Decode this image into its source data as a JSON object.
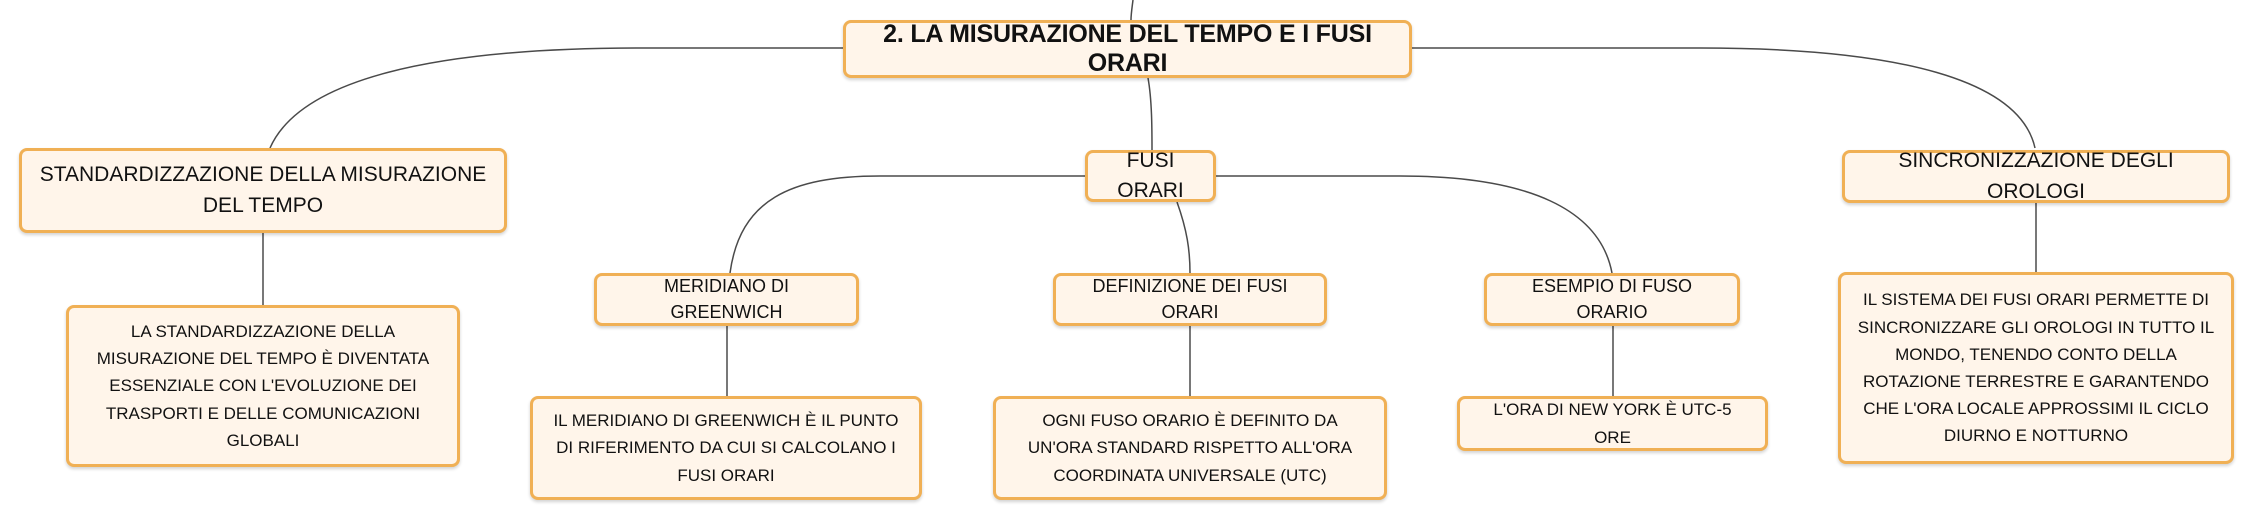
{
  "root": {
    "label": "2. LA MISURAZIONE DEL TEMPO E I FUSI ORARI"
  },
  "branches": [
    {
      "label": "STANDARDIZZAZIONE DELLA MISURAZIONE DEL TEMPO",
      "detail": "LA STANDARDIZZAZIONE DELLA MISURAZIONE DEL TEMPO È DIVENTATA ESSENZIALE CON L'EVOLUZIONE DEI TRASPORTI E DELLE COMUNICAZIONI GLOBALI"
    },
    {
      "label": "FUSI ORARI",
      "children": [
        {
          "label": "MERIDIANO DI GREENWICH",
          "detail": "IL MERIDIANO DI GREENWICH È IL PUNTO DI RIFERIMENTO DA CUI SI CALCOLANO I FUSI ORARI"
        },
        {
          "label": "DEFINIZIONE DEI FUSI ORARI",
          "detail": "OGNI FUSO ORARIO È DEFINITO DA UN'ORA STANDARD RISPETTO ALL'ORA COORDINATA UNIVERSALE (UTC)"
        },
        {
          "label": "ESEMPIO DI FUSO ORARIO",
          "detail": "L'ORA DI NEW YORK È UTC-5 ORE"
        }
      ]
    },
    {
      "label": "SINCRONIZZAZIONE DEGLI OROLOGI",
      "detail": "IL SISTEMA DEI FUSI ORARI PERMETTE DI SINCRONIZZARE GLI OROLOGI IN TUTTO IL MONDO, TENENDO CONTO DELLA ROTAZIONE TERRESTRE E GARANTENDO CHE L'ORA LOCALE APPROSSIMI IL CICLO DIURNO E NOTTURNO"
    }
  ],
  "colors": {
    "node_fill": "#fff5ea",
    "node_border": "#f0b055",
    "connector": "#4a4a4a"
  }
}
